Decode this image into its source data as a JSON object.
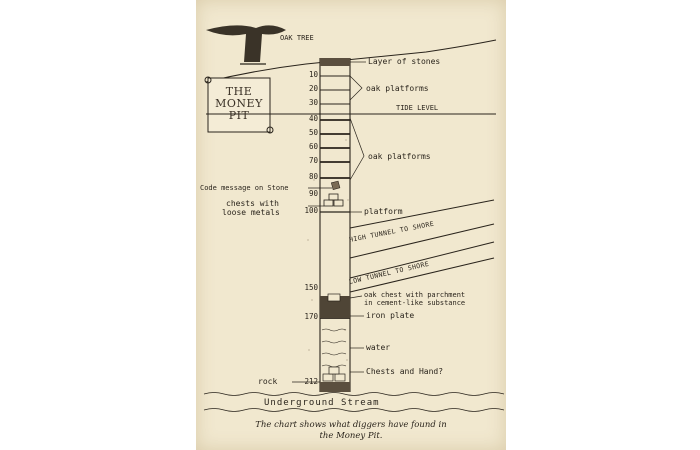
{
  "title_scroll": {
    "line1": "THE",
    "line2": "MONEY",
    "line3": "PIT"
  },
  "labels": {
    "oak_tree": "OAK TREE",
    "layer_of_stones": "Layer of stones",
    "oak_platforms_upper": "oak platforms",
    "tide_level": "TIDE LEVEL",
    "oak_platforms_lower": "oak platforms",
    "code_message": "Code message on Stone",
    "chests_loose_1": "chests with",
    "chests_loose_2": "loose metals",
    "platform": "platform",
    "high_tunnel": "HIGH TUNNEL TO SHORE",
    "low_tunnel": "LOW TUNNEL TO SHORE",
    "oak_chest_1": "oak chest with parchment",
    "oak_chest_2": "in cement-like substance",
    "iron_plate": "iron plate",
    "water": "water",
    "chests_and_hand": "Chests and Hand?",
    "rock": "rock",
    "underground_stream": "Underground Stream"
  },
  "depths": [
    "10",
    "20",
    "30",
    "40",
    "50",
    "60",
    "70",
    "80",
    "90",
    "100",
    "150",
    "170",
    "212"
  ],
  "caption": {
    "line1": "The chart shows what diggers have found in",
    "line2": "the Money Pit."
  },
  "colors": {
    "paper": "#f1e8cf",
    "ink": "#2a241c"
  }
}
